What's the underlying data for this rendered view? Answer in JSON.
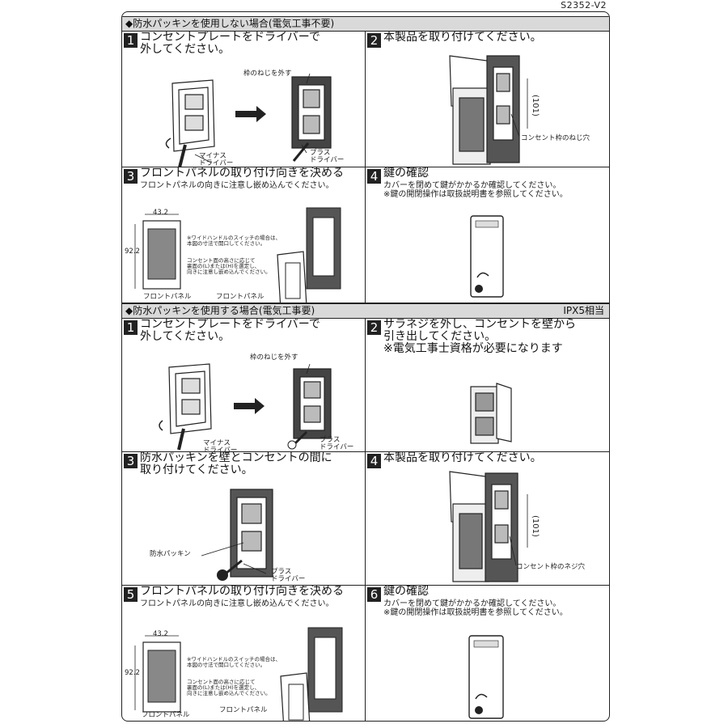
{
  "doc_code": "S2352-V2",
  "section1": {
    "title": "◆防水パッキンを使用しない場合(電気工事不要)",
    "steps": [
      {
        "num": "1",
        "title": "コンセントプレートをドライバーで\n外してください。",
        "labels": {
          "screw": "枠のねじを外す",
          "minus": "マイナス\nドライバー",
          "plus": "プラス\nドライバー"
        }
      },
      {
        "num": "2",
        "title": "本製品を取り付けてください。",
        "labels": {
          "dim": "(101)",
          "hole": "コンセント枠のねじ穴"
        }
      },
      {
        "num": "3",
        "title": "フロントパネルの取り付け向きを決める",
        "sub": "フロントパネルの向きに注意し嵌め込んでください。",
        "labels": {
          "w": "43.2",
          "h": "92.2",
          "note1": "※ワイドハンドルのスイッチの場合は、\n本図の寸法で開口してください。",
          "note2": "コンセント面の高さに応じて\n裏面の(L)または(H)を選定し、\n向きに注意し嵌め込んでください。",
          "fp1": "フロントパネル",
          "fp2": "フロントパネル"
        }
      },
      {
        "num": "4",
        "title": "鍵の確認",
        "sub": "カバーを閉めて鍵がかかるか確認してください。\n※鍵の開閉操作は取扱説明書を参照してください。"
      }
    ]
  },
  "section2": {
    "title": "◆防水パッキンを使用する場合(電気工事要)",
    "rating": "IPX5相当",
    "steps": [
      {
        "num": "1",
        "title": "コンセントプレートをドライバーで\n外してください。",
        "labels": {
          "screw": "枠のねじを外す",
          "minus": "マイナス\nドライバー",
          "plus": "プラス\nドライバー"
        }
      },
      {
        "num": "2",
        "title": "サラネジを外し、コンセントを壁から\n引き出してください。\n※電気工事士資格が必要になります"
      },
      {
        "num": "3",
        "title": "防水パッキンを壁とコンセントの間に\n取り付けてください。",
        "labels": {
          "packing": "防水パッキン",
          "plus": "プラス\nドライバー"
        }
      },
      {
        "num": "4",
        "title": "本製品を取り付けてください。",
        "labels": {
          "dim": "(101)",
          "hole": "コンセント枠のネジ穴"
        }
      },
      {
        "num": "5",
        "title": "フロントパネルの取り付け向きを決める",
        "sub": "フロントパネルの向きに注意し嵌め込んでください。",
        "labels": {
          "w": "43.2",
          "h": "92.2",
          "note1": "※ワイドハンドルのスイッチの場合は、\n本図の寸法で開口してください。",
          "note2": "コンセント面の高さに応じて\n裏面の(L)または(H)を選定し、\n向きに注意し嵌め込んでください。",
          "fp1": "フロントパネル",
          "fp2": "フロントパネル"
        }
      },
      {
        "num": "6",
        "title": "鍵の確認",
        "sub": "カバーを閉めて鍵がかかるか確認してください。\n※鍵の開閉操作は取扱説明書を参照してください。"
      }
    ]
  }
}
